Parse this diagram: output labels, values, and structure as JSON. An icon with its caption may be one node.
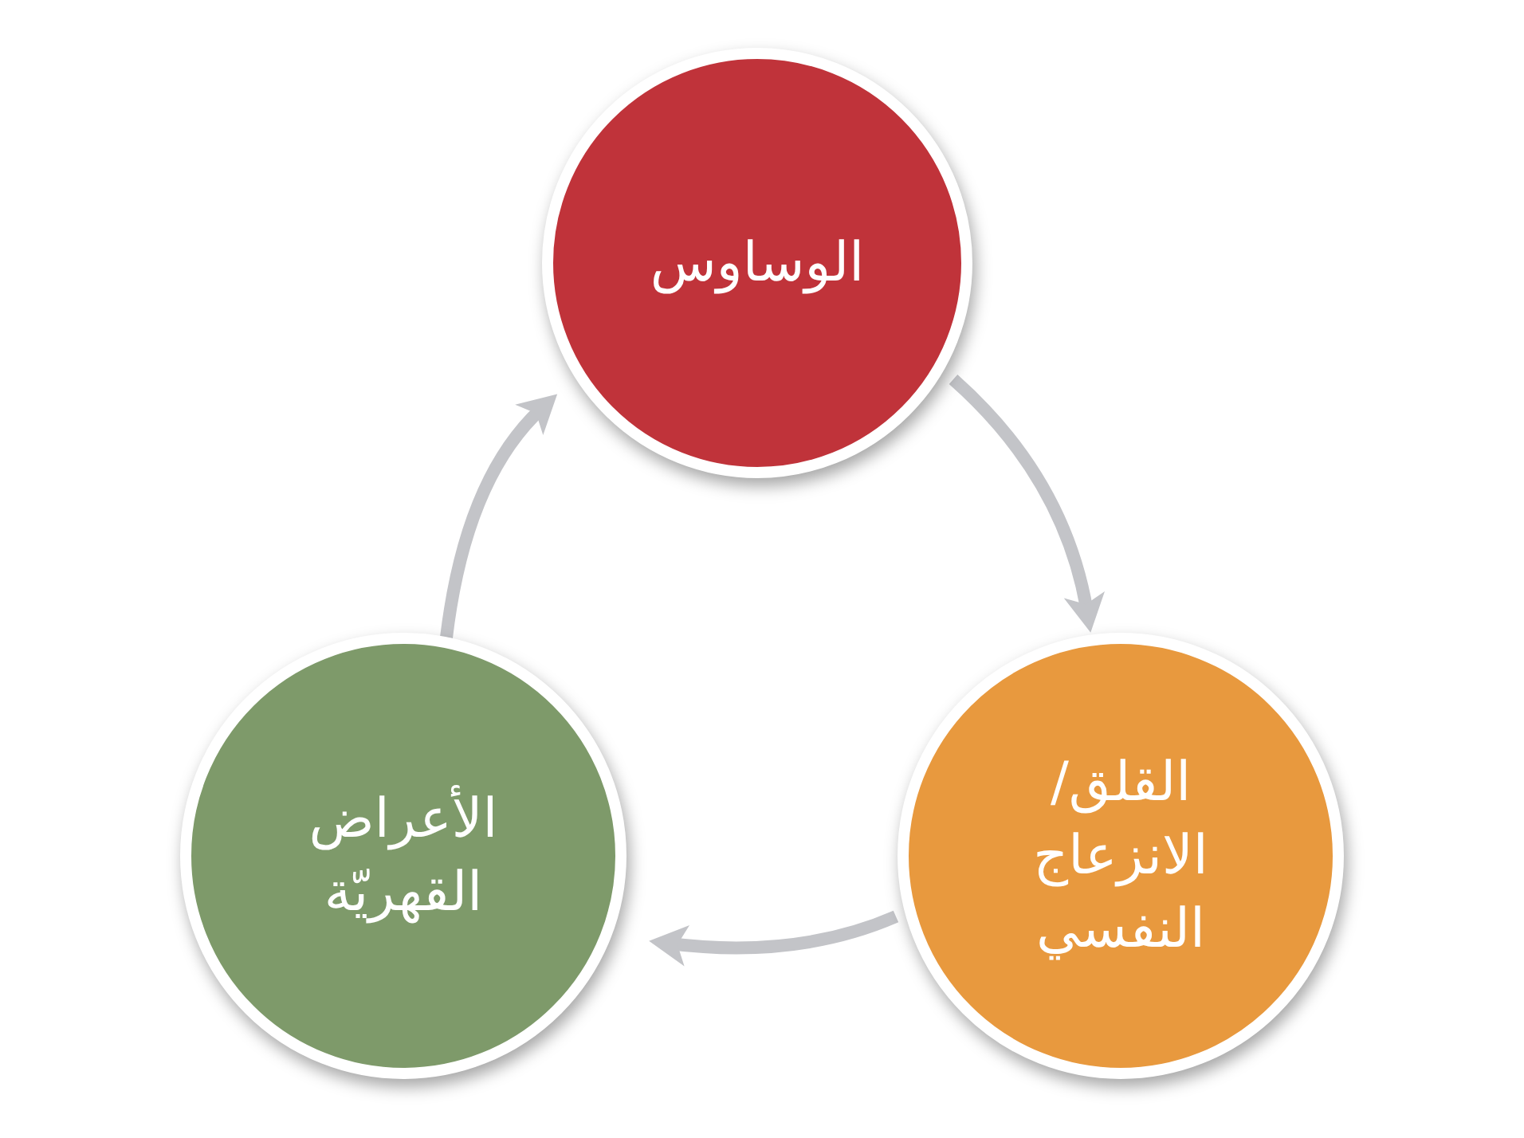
{
  "diagram": {
    "nodes": [
      {
        "text": [
          "الوساوس"
        ]
      },
      {
        "text": [
          "القلق/ الانزعاج النفسي"
        ]
      },
      {
        "text": [
          "الأعراض القهريّة"
        ]
      }
    ],
    "edges": [
      {
        "from": 0,
        "to": 1,
        "arrow": "to"
      },
      {
        "from": 1,
        "to": 2,
        "arrow": "to"
      },
      {
        "from": 2,
        "to": 0,
        "arrow": "to"
      }
    ]
  }
}
